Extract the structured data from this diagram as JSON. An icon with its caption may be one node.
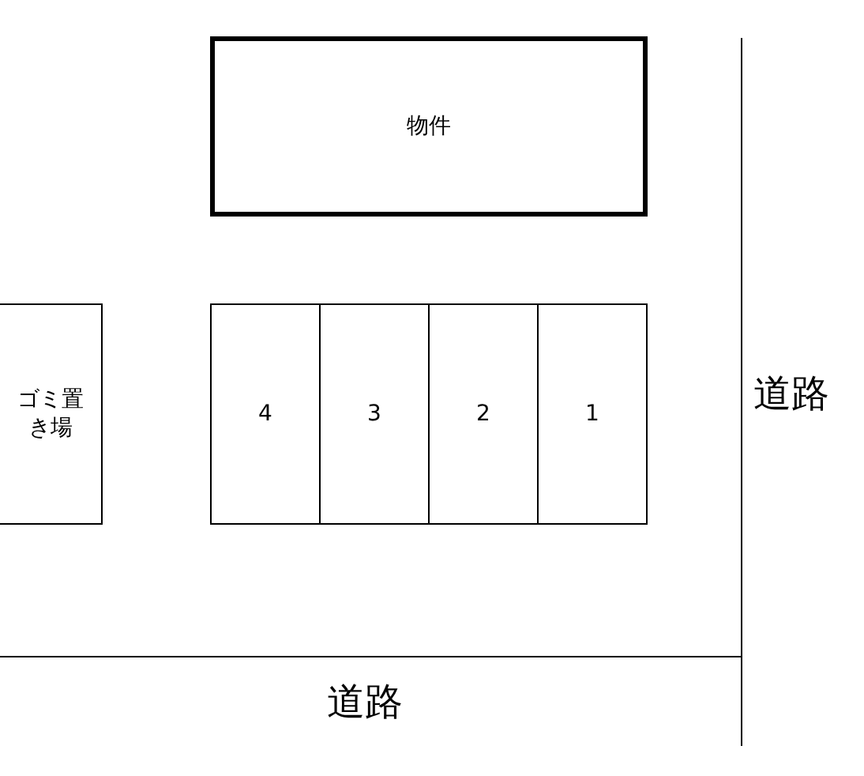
{
  "diagram": {
    "nodes": [
      {
        "text": [
          "物件"
        ]
      },
      {
        "text": [
          "ゴミ置き場"
        ]
      },
      {
        "text": [
          "4"
        ]
      },
      {
        "text": [
          "3"
        ]
      },
      {
        "text": [
          "2"
        ]
      },
      {
        "text": [
          "1"
        ]
      }
    ],
    "labels": [
      "道路",
      "道路"
    ]
  }
}
